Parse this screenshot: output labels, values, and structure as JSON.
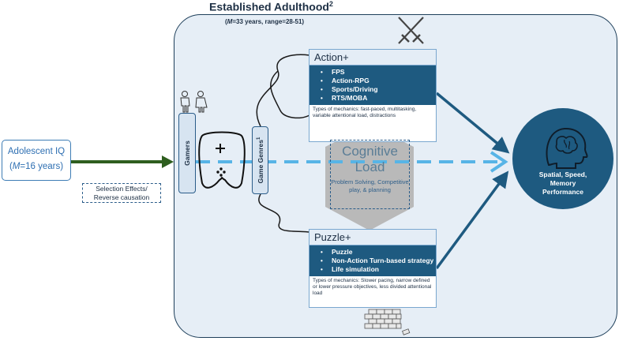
{
  "title": "Established Adulthood",
  "title_superscript": "2",
  "subtitle_prefix": "(",
  "subtitle_m": "M",
  "subtitle_rest": "=33 years, range=28-51)",
  "adolescent": {
    "line1": "Adolescent IQ",
    "line2_open": "(",
    "line2_m": "M",
    "line2_rest": "=16 years)"
  },
  "selection_effects": {
    "line1": "Selection Effects/",
    "line2": "Reverse causation"
  },
  "gamers_label": "Gamers",
  "game_genres_label": "Game Genres",
  "game_genres_superscript": "1",
  "action": {
    "heading": "Action+",
    "items": [
      "FPS",
      "Action-RPG",
      "Sports/Driving",
      "RTS/MOBA"
    ],
    "mechanics": "Types of mechanics: fast-paced, multitasking, variable attentional load, distractions"
  },
  "puzzle": {
    "heading": "Puzzle+",
    "items": [
      "Puzzle",
      "Non-Action Turn-based strategy",
      "Life simulation"
    ],
    "mechanics": "Types of mechanics: Slower pacing, narrow defined or lower pressure objectives, less divided attentional load"
  },
  "cognitive_load": {
    "title_line1": "Cognitive",
    "title_line2": "Load",
    "description": "Problem Solving, Competitive play, & planning"
  },
  "outcome": {
    "line1": "Spatial, Speed,",
    "line2": "Memory",
    "line3": "Performance"
  },
  "icons": [
    "people-icon",
    "gamepad-icon",
    "crossed-swords-icon",
    "brick-wall-icon",
    "brain-head-icon"
  ],
  "colors": {
    "dark_teal": "#1e5a80",
    "green_arrow": "#2e5e1f",
    "dashed_arrow": "#57b4e6",
    "panel_bg": "#e6eef6",
    "hexagon": "#b9b9b9"
  }
}
